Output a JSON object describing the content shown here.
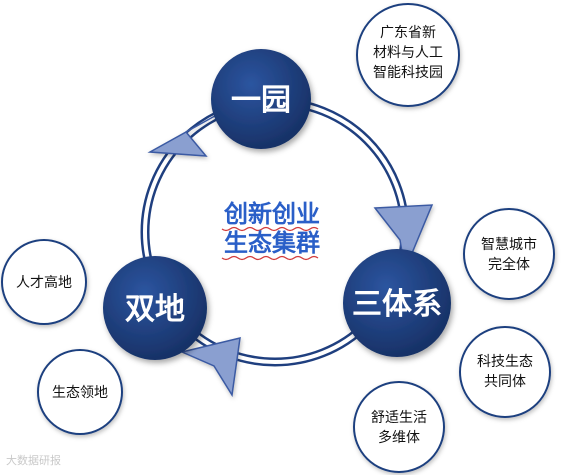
{
  "diagram": {
    "center_lines": [
      "创新创业",
      "生态集群"
    ],
    "main_nodes": [
      {
        "id": "yiyuan",
        "label": "一园"
      },
      {
        "id": "santi",
        "label": "三体系"
      },
      {
        "id": "shuangdi",
        "label": "双地"
      }
    ],
    "satellites": [
      {
        "id": "gd",
        "lines": [
          "广东省新",
          "材料与人工",
          "智能科技园"
        ]
      },
      {
        "id": "zhcs",
        "lines": [
          "智慧城市",
          "完全体"
        ]
      },
      {
        "id": "kjst",
        "lines": [
          "科技生态",
          "共同体"
        ]
      },
      {
        "id": "sssh",
        "lines": [
          "舒适生活",
          "多维体"
        ]
      },
      {
        "id": "rcgd",
        "lines": [
          "人才高地"
        ]
      },
      {
        "id": "stld",
        "lines": [
          "生态领地"
        ]
      }
    ],
    "colors": {
      "node_fill": "#1f3f7f",
      "node_fill_dark": "#163266",
      "ring": "#1f3f7f",
      "arrow": "#8a9fd0",
      "center_text": "#2a5fc8",
      "underline": "#d23c3c"
    }
  },
  "watermark": "大数据研报"
}
